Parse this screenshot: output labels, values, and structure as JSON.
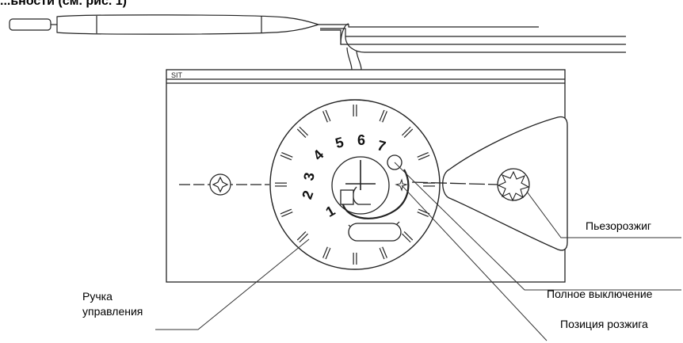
{
  "heading": "...ьности (см. рис. 1)",
  "device": {
    "brand_label": "SIT",
    "dial_numbers": [
      "1",
      "2",
      "3",
      "4",
      "5",
      "6",
      "7"
    ]
  },
  "callouts": {
    "piezo": "Пьезорозжиг",
    "off": "Полное выключение",
    "knob_line1": "Ручка",
    "knob_line2": "управления",
    "ignition": "Позиция розжига"
  }
}
